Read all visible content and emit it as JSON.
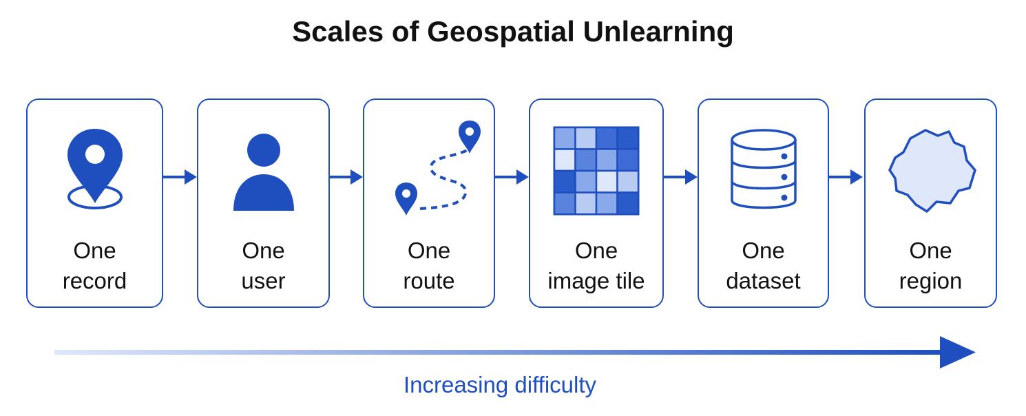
{
  "title": "Scales of Geospatial Unlearning",
  "colors": {
    "accent": "#1f4fbf",
    "light": "#dfe8fb",
    "mid": "#8aa9ea",
    "text": "#111111"
  },
  "steps": [
    {
      "line1": "One",
      "line2": "record",
      "icon": "location-pin-icon"
    },
    {
      "line1": "One",
      "line2": "user",
      "icon": "user-icon"
    },
    {
      "line1": "One",
      "line2": "route",
      "icon": "route-icon"
    },
    {
      "line1": "One",
      "line2": "image tile",
      "icon": "image-tile-grid-icon"
    },
    {
      "line1": "One",
      "line2": "dataset",
      "icon": "database-icon"
    },
    {
      "line1": "One",
      "line2": "region",
      "icon": "region-map-icon"
    }
  ],
  "axis": {
    "label": "Increasing difficulty"
  }
}
